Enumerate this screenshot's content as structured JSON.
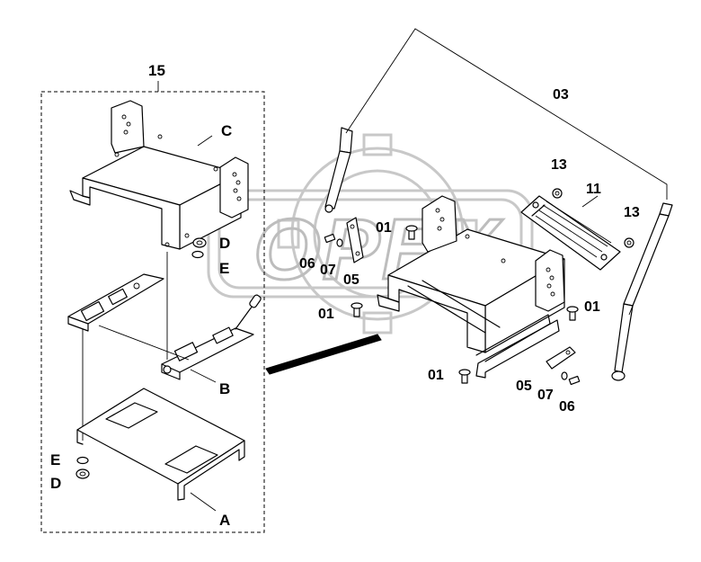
{
  "watermark": {
    "text": "OPEX"
  },
  "labels": {
    "assembly": "15",
    "part_c": "C",
    "part_d_upper": "D",
    "part_e_upper": "E",
    "part_b": "B",
    "part_e_lower": "E",
    "part_d_lower": "D",
    "part_a": "A",
    "part_03": "03",
    "part_13_left": "13",
    "part_11": "11",
    "part_13_right": "13",
    "part_01_top": "01",
    "part_06_left": "06",
    "part_07_left": "07",
    "part_05_left": "05",
    "part_01_left": "01",
    "part_01_right": "01",
    "part_01_bottom": "01",
    "part_05_right": "05",
    "part_07_right": "07",
    "part_06_right": "06"
  }
}
